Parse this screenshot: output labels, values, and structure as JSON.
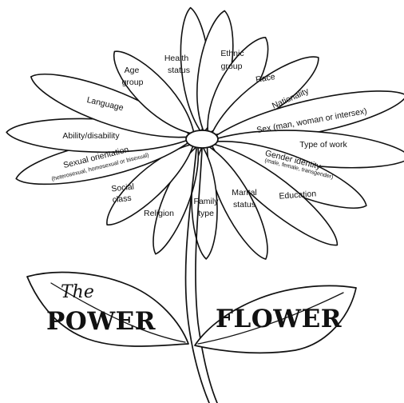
{
  "petals": {
    "health_status": [
      "Health",
      "status"
    ],
    "ethnic_group": [
      "Ethnic",
      "group"
    ],
    "race": "Race",
    "nationality": "Nationality",
    "sex": "Sex (man, woman or intersex)",
    "type_of_work": "Type of work",
    "gender_identity": [
      "Gender identity",
      "(male, female, transgender)"
    ],
    "education": "Education",
    "marital_status": [
      "Marital",
      "status"
    ],
    "family_type": [
      "Family",
      "type"
    ],
    "religion": "Religion",
    "social_class": [
      "Social",
      "class"
    ],
    "sexual_orientation": [
      "Sexual orientation",
      "(heterosexual, homosexual or bisexual)"
    ],
    "ability_disability": "Ability/disability",
    "language": "Language",
    "age_group": [
      "Age",
      "group"
    ]
  },
  "title": {
    "the": "The",
    "power": "POWER",
    "flower": "FLOWER"
  }
}
